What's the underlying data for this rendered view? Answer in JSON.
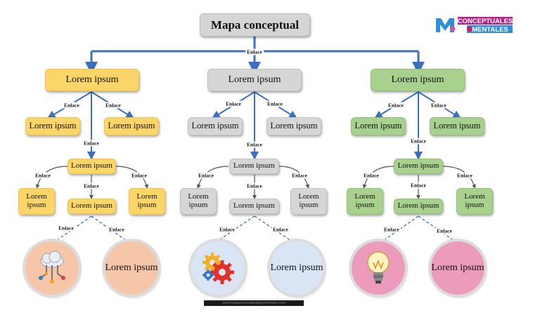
{
  "title": "Mapa conceptual",
  "logo": {
    "line1": "CONCEPTUALES",
    "line2": "MENTALES"
  },
  "link_label": "Enlace",
  "node_label": "Lorem ipsum",
  "footer_text": "www.mapasconceptualesymentales.com",
  "colors": {
    "yellow": "#fbd567",
    "gray": "#d6d6d6",
    "green": "#a8d18d",
    "connector": "#3b6fbf"
  },
  "branches": [
    {
      "name": "yellow",
      "root": "Lorem ipsum",
      "leaves": [
        "Lorem ipsum",
        "Lorem ipsum"
      ],
      "mid": "Lorem ipsum",
      "sub_leaves": [
        "Lorem ipsum",
        "Lorem ipsum"
      ],
      "bottom": "Lorem ipsum",
      "circle_icon": "cloud-network-icon",
      "circle_text": "Lorem ipsum"
    },
    {
      "name": "gray",
      "root": "Lorem ipsum",
      "leaves": [
        "Lorem ipsum",
        "Lorem ipsum"
      ],
      "mid": "Lorem ipsum",
      "sub_leaves": [
        "Lorem ipsum",
        "Lorem ipsum"
      ],
      "bottom": "Lorem ipsum",
      "circle_icon": "gears-icon",
      "circle_text": "Lorem ipsum"
    },
    {
      "name": "green",
      "root": "Lorem ipsum",
      "leaves": [
        "Lorem ipsum",
        "Lorem ipsum"
      ],
      "mid": "Lorem ipsum",
      "sub_leaves": [
        "Lorem ipsum",
        "Lorem ipsum"
      ],
      "bottom": "Lorem ipsum",
      "circle_icon": "lightbulb-icon",
      "circle_text": "Lorem ipsum"
    }
  ]
}
